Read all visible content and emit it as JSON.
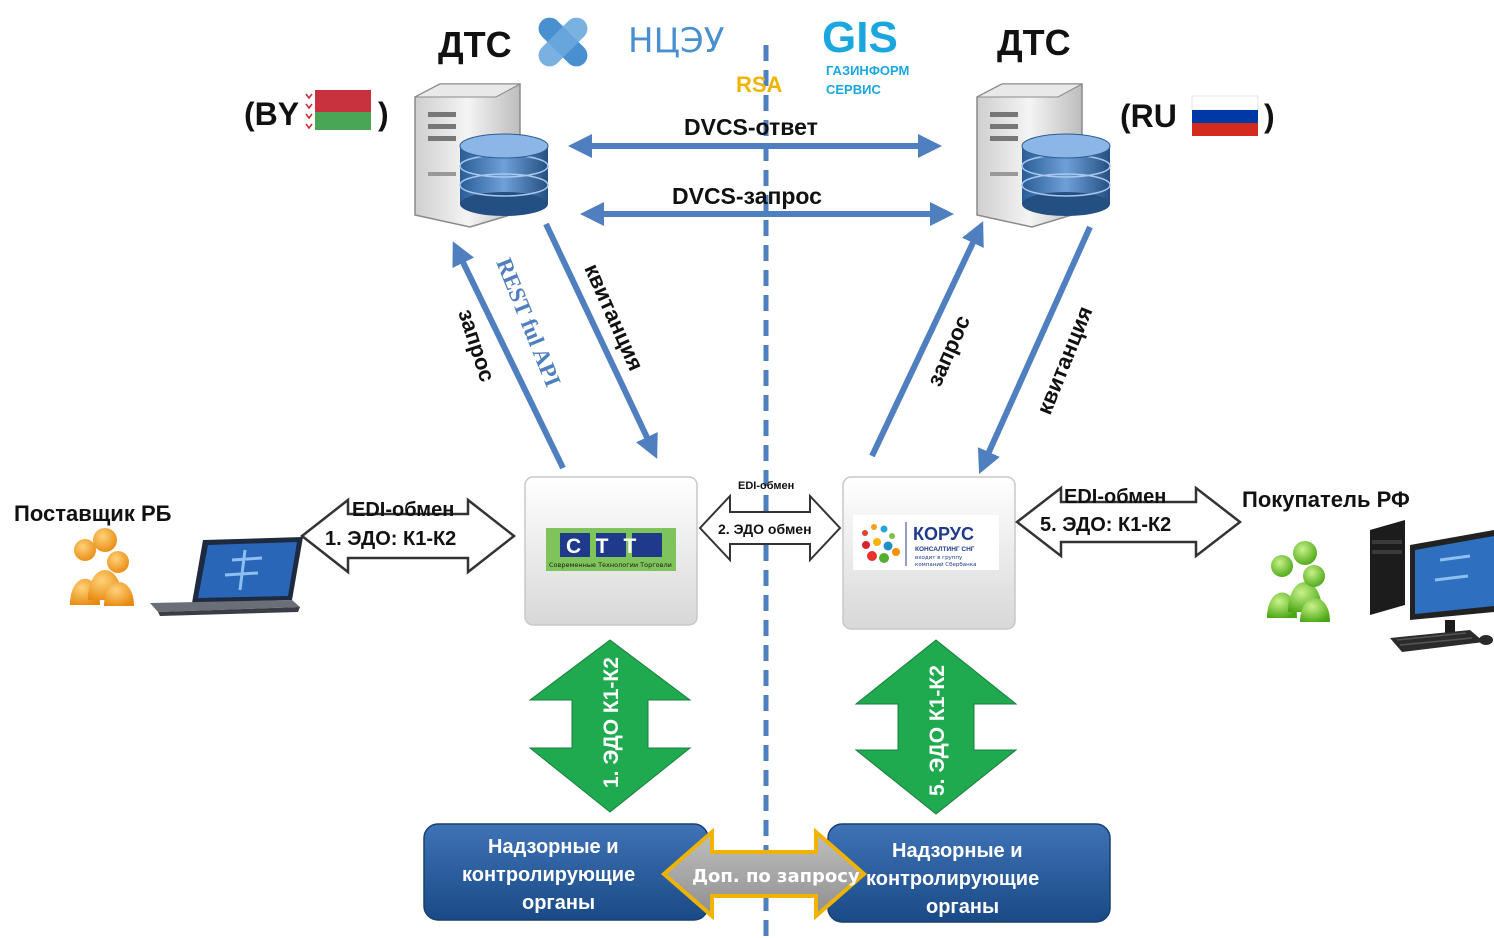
{
  "left_node": {
    "title": "ДТС",
    "country_open": "(BY",
    "country_close": ")",
    "logo_text": "НЦЭУ"
  },
  "right_node": {
    "title": "ДТС",
    "country_open": "(RU",
    "country_close": ")",
    "logo_text": "GIS",
    "logo_sub1": "ГАЗИНФОРМ",
    "logo_sub2": "СЕРВИС"
  },
  "center_label": "RSA",
  "links": {
    "dvcs_response": "DVCS-ответ",
    "dvcs_request": "DVCS-запрос",
    "left_request": "запрос",
    "left_api": "REST ful API",
    "left_receipt": "квитанция",
    "right_request": "запрос",
    "right_receipt": "квитанция",
    "mid_top": "EDI-обмен",
    "mid_bottom": "2. ЭДО обмен",
    "left_edi_top": "EDI-обмен",
    "left_edi_bottom": "1. ЭДО: К1-К2",
    "right_edi_top": "EDI-обмен",
    "right_edi_bottom": "5. ЭДО: К1-К2",
    "left_vertical": "1. ЭДО К1-К2",
    "right_vertical": "5. ЭДО К1-К2",
    "bottom_exchange": "Доп. по запросу"
  },
  "parties": {
    "supplier": "Поставщик РБ",
    "buyer": "Покупатель РФ"
  },
  "operators": {
    "left": {
      "name": "СТТ",
      "subtitle": "Современные Технологии Торговли"
    },
    "right": {
      "name": "КОРУС",
      "line1": "КОНСАЛТИНГ СНГ",
      "line2": "входит в группу",
      "line3": "компаний Сбербанка"
    }
  },
  "authorities": {
    "left": [
      "Надзорные и",
      "контролирующие",
      "органы"
    ],
    "right": [
      "Надзорные и",
      "контролирующие",
      "органы"
    ]
  },
  "colors": {
    "arrow_blue": "#4f7fbf",
    "green": "#1faa4f",
    "navy_box": "#1f4e8c",
    "gold": "#f0b400",
    "gis_blue": "#1aa7e0",
    "ncey_blue": "#4a90d0",
    "flag_by_red": "#c8313e",
    "flag_by_green": "#4aa657",
    "flag_ru_white": "#ffffff",
    "flag_ru_blue": "#0039a6",
    "flag_ru_red": "#d52b1e"
  }
}
